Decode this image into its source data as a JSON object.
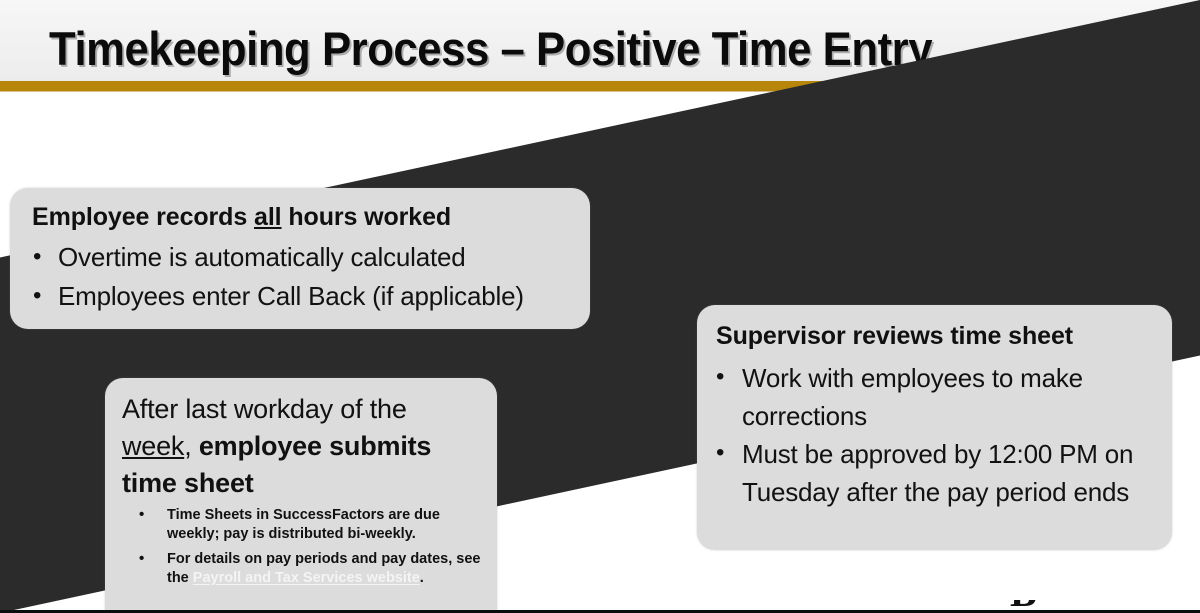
{
  "slide": {
    "title": "Timekeeping Process – Positive Time Entry",
    "accent_color": "#b8860b",
    "box_fill_color": "#dcdcdc",
    "connector_color": "#2b2b2b"
  },
  "box_employee": {
    "heading_before": "Employee records ",
    "heading_underlined": "all",
    "heading_after": " hours worked",
    "bullets": [
      "Overtime is automatically calculated",
      "Employees enter Call Back (if applicable)"
    ]
  },
  "box_submits": {
    "lead_part1": "After last workday of the ",
    "lead_underlined": "week",
    "lead_part2": ", ",
    "lead_bold": "employee submits time sheet",
    "sub_bullets": [
      {
        "text": "Time Sheets in SuccessFactors are due weekly; pay is distributed bi-weekly.",
        "link_text": "",
        "tail": ""
      },
      {
        "text": "For details on pay periods and pay dates, see the ",
        "link_text": "Payroll and Tax Services website",
        "tail": "."
      }
    ]
  },
  "box_supervisor": {
    "heading": "Supervisor reviews time sheet",
    "bullets": [
      "Work with employees to make corrections",
      "Must be approved by 12:00 PM on Tuesday after the pay period ends"
    ]
  },
  "footer": {
    "logo_fragment": "B"
  }
}
